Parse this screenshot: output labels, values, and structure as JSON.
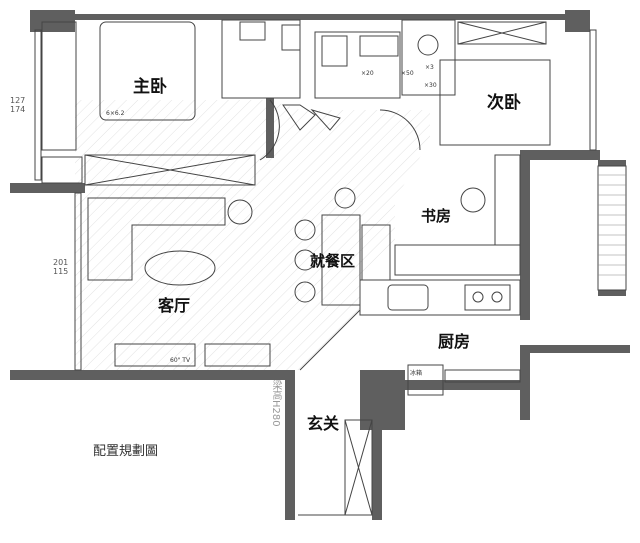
{
  "title": "配置規劃圖",
  "rooms": {
    "master_bedroom": "主卧",
    "second_bedroom": "次卧",
    "study": "书房",
    "dining": "就餐区",
    "living_room": "客厅",
    "kitchen": "厨房",
    "entrance": "玄关"
  },
  "annotations": {
    "bed_size": "6×6.2",
    "window_dim_top": "127",
    "window_dim_bottom": "174",
    "window2_dim_top": "201",
    "window2_dim_bottom": "115",
    "tv": "60\" TV",
    "fridge": "冰箱",
    "beam_height": "梁高H280",
    "bath_x20": "×20",
    "bath_x50": "×50",
    "bath_x3": "×3",
    "bath_x30": "×30"
  },
  "colors": {
    "wall": "#5f5f5f",
    "line": "#444444",
    "hatch": "#e4e4e4"
  }
}
